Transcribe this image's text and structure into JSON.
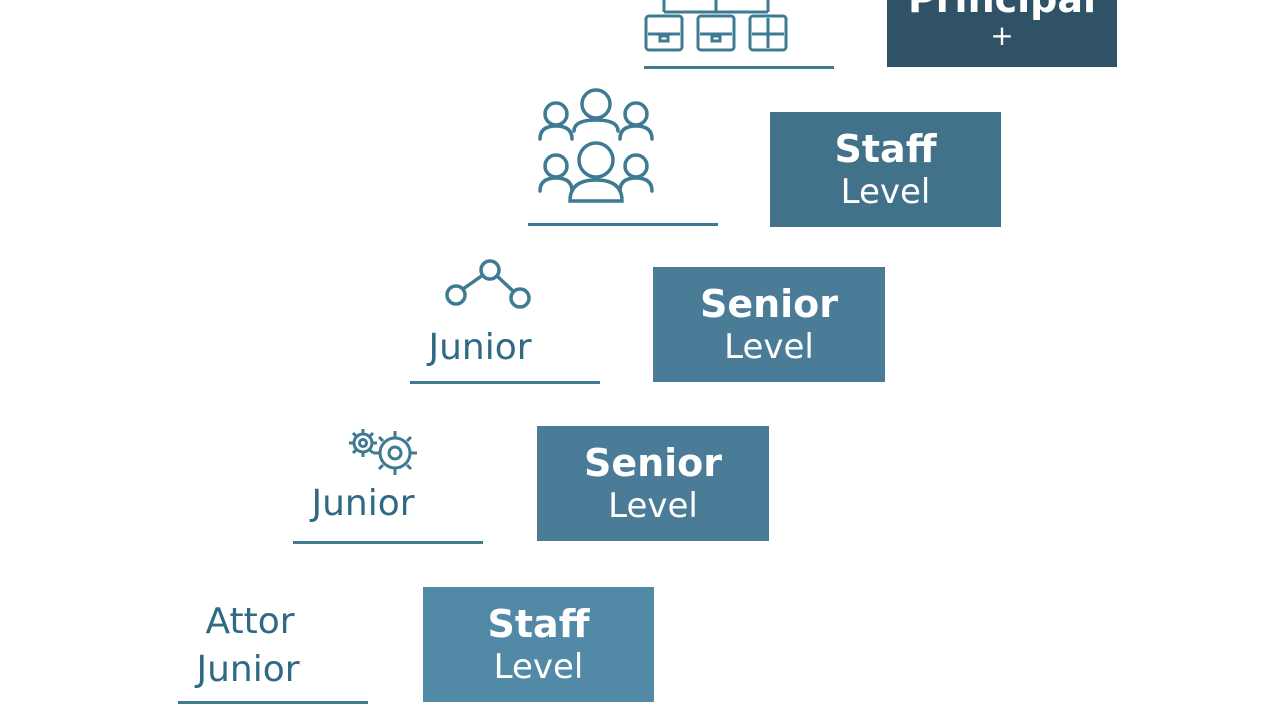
{
  "colors": {
    "line": "#3f7a93",
    "text": "#2f6a84",
    "box_top": "#2f5266",
    "box_staff_upper": "#42718a",
    "box_senior": "#4a7c97",
    "box_staff_lower": "#5189a6"
  },
  "steps": [
    {
      "box_title": "Principal",
      "box_subtitle": "+",
      "icon": "org-chart-icon"
    },
    {
      "box_title": "Staff",
      "box_subtitle": "Level",
      "icon": "team-group-icon"
    },
    {
      "box_title": "Senior",
      "box_subtitle": "Level",
      "left_label": "Junior",
      "icon": "network-nodes-icon"
    },
    {
      "box_title": "Senior",
      "box_subtitle": "Level",
      "left_label": "Junior",
      "icon": "gears-icon"
    },
    {
      "box_title": "Staff",
      "box_subtitle": "Level",
      "left_label_line1": "Attor",
      "left_label_line2": "Junior"
    }
  ]
}
